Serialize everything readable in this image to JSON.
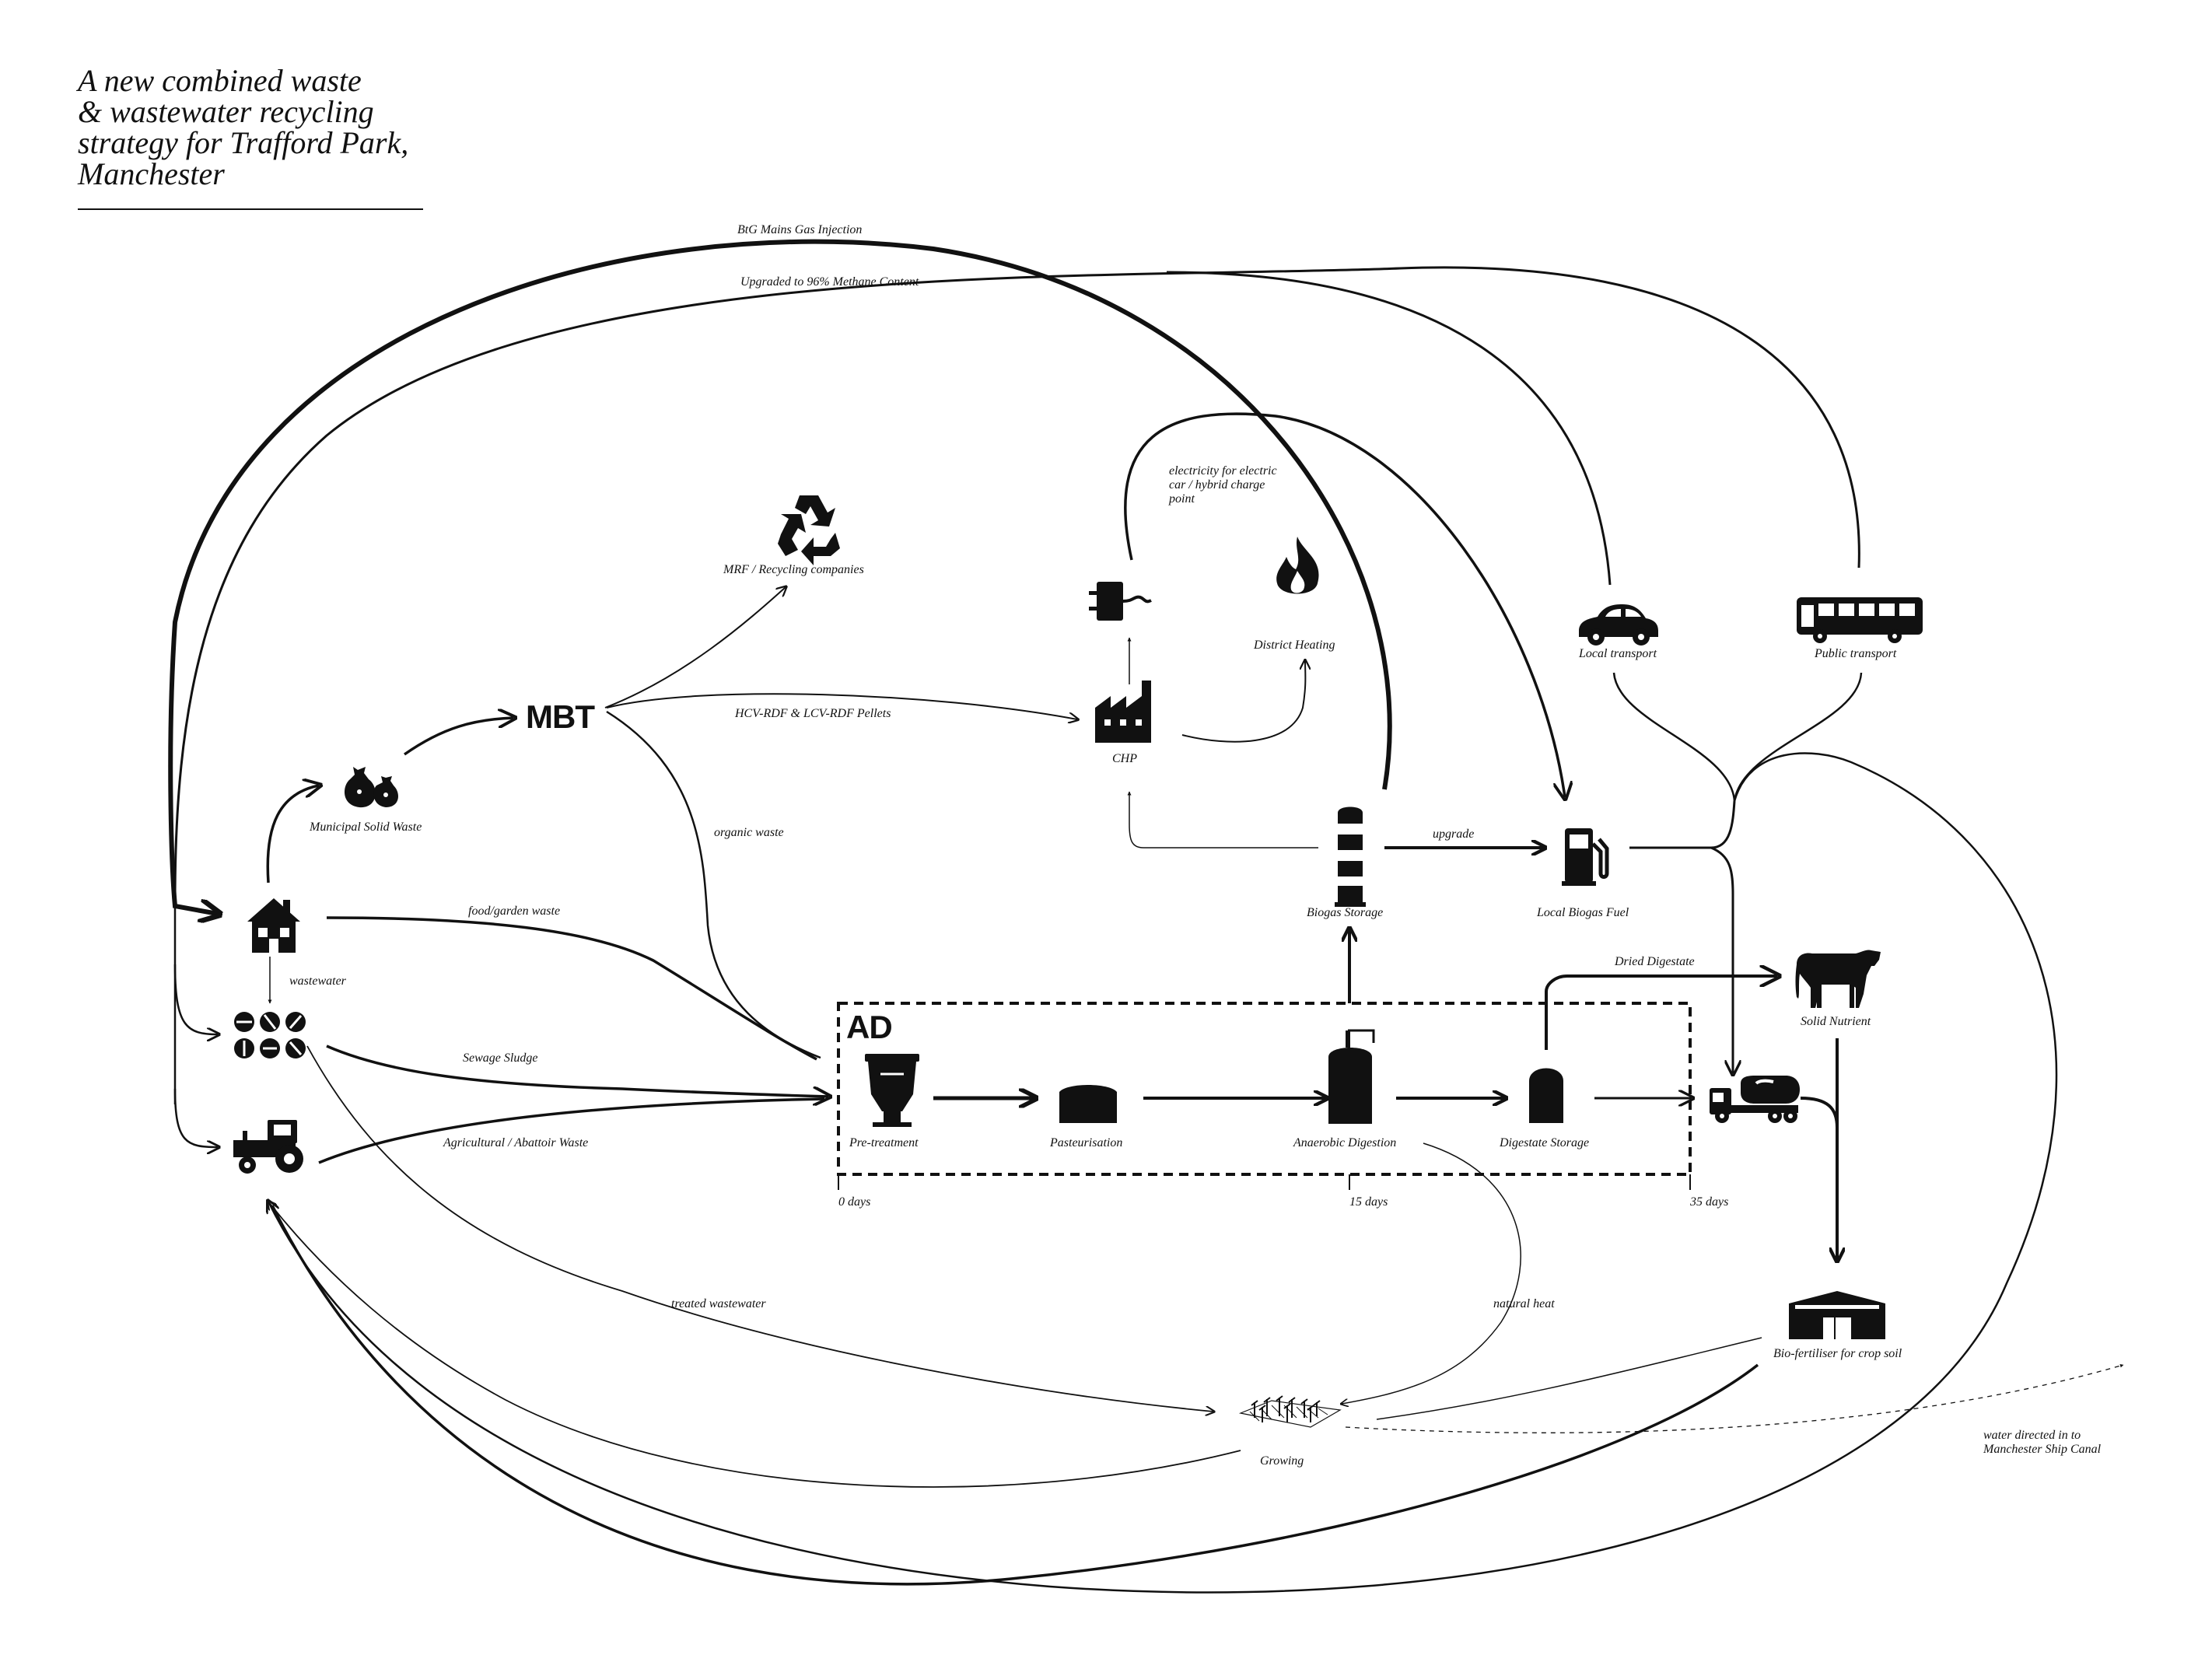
{
  "title": {
    "lines": [
      "A new combined waste",
      "& wastewater recycling",
      "strategy for Trafford Park,",
      "Manchester"
    ]
  },
  "colors": {
    "ink": "#111111",
    "background": "#ffffff"
  },
  "nodes": {
    "home": {
      "icon": "house-icon"
    },
    "sewage_works": {
      "icon": "sewage-treatment-icon"
    },
    "farm": {
      "icon": "tractor-icon"
    },
    "msw": {
      "label": "Municipal Solid Waste",
      "icon": "rubbish-bags-icon"
    },
    "mbt": {
      "label": "MBT"
    },
    "mrf": {
      "label": "MRF / Recycling companies",
      "icon": "recycle-icon"
    },
    "chp": {
      "label": "CHP",
      "icon": "factory-icon"
    },
    "plug": {
      "icon": "plug-icon"
    },
    "district_heating": {
      "label": "District Heating",
      "icon": "flame-icon"
    },
    "biogas_storage": {
      "label": "Biogas Storage",
      "icon": "gas-tower-icon"
    },
    "local_fuel": {
      "label": "Local Biogas Fuel",
      "icon": "fuel-pump-icon"
    },
    "local_transport": {
      "label": "Local transport",
      "icon": "car-icon"
    },
    "public_transport": {
      "label": "Public transport",
      "icon": "bus-icon"
    },
    "solid_nutrient": {
      "label": "Solid Nutrient",
      "icon": "cow-icon"
    },
    "tanker": {
      "icon": "tanker-truck-icon"
    },
    "biofertiliser": {
      "label": "Bio-fertiliser for crop soil",
      "icon": "barn-icon"
    },
    "growing": {
      "label": "Growing",
      "icon": "crops-icon"
    }
  },
  "ad": {
    "label": "AD",
    "stages": [
      "Pre-treatment",
      "Pasteurisation",
      "Anaerobic Digestion",
      "Digestate Storage"
    ],
    "days": [
      "0 days",
      "15 days",
      "35 days"
    ]
  },
  "flows": {
    "btg": "BtG Mains Gas Injection",
    "upgraded": "Upgraded to 96% Methane Content",
    "electricity": [
      "electricity for electric",
      "car / hybrid charge",
      "point"
    ],
    "hcv": "HCV-RDF & LCV-RDF Pellets",
    "organic": "organic waste",
    "food": "food/garden waste",
    "wastewater": "wastewater",
    "sludge": "Sewage Sludge",
    "agri": "Agricultural / Abattoir Waste",
    "upgrade": "upgrade",
    "dried": "Dried Digestate",
    "treated": "treated wastewater",
    "natural_heat": "natural heat",
    "canal": [
      "water directed in to",
      "Manchester Ship Canal"
    ]
  }
}
